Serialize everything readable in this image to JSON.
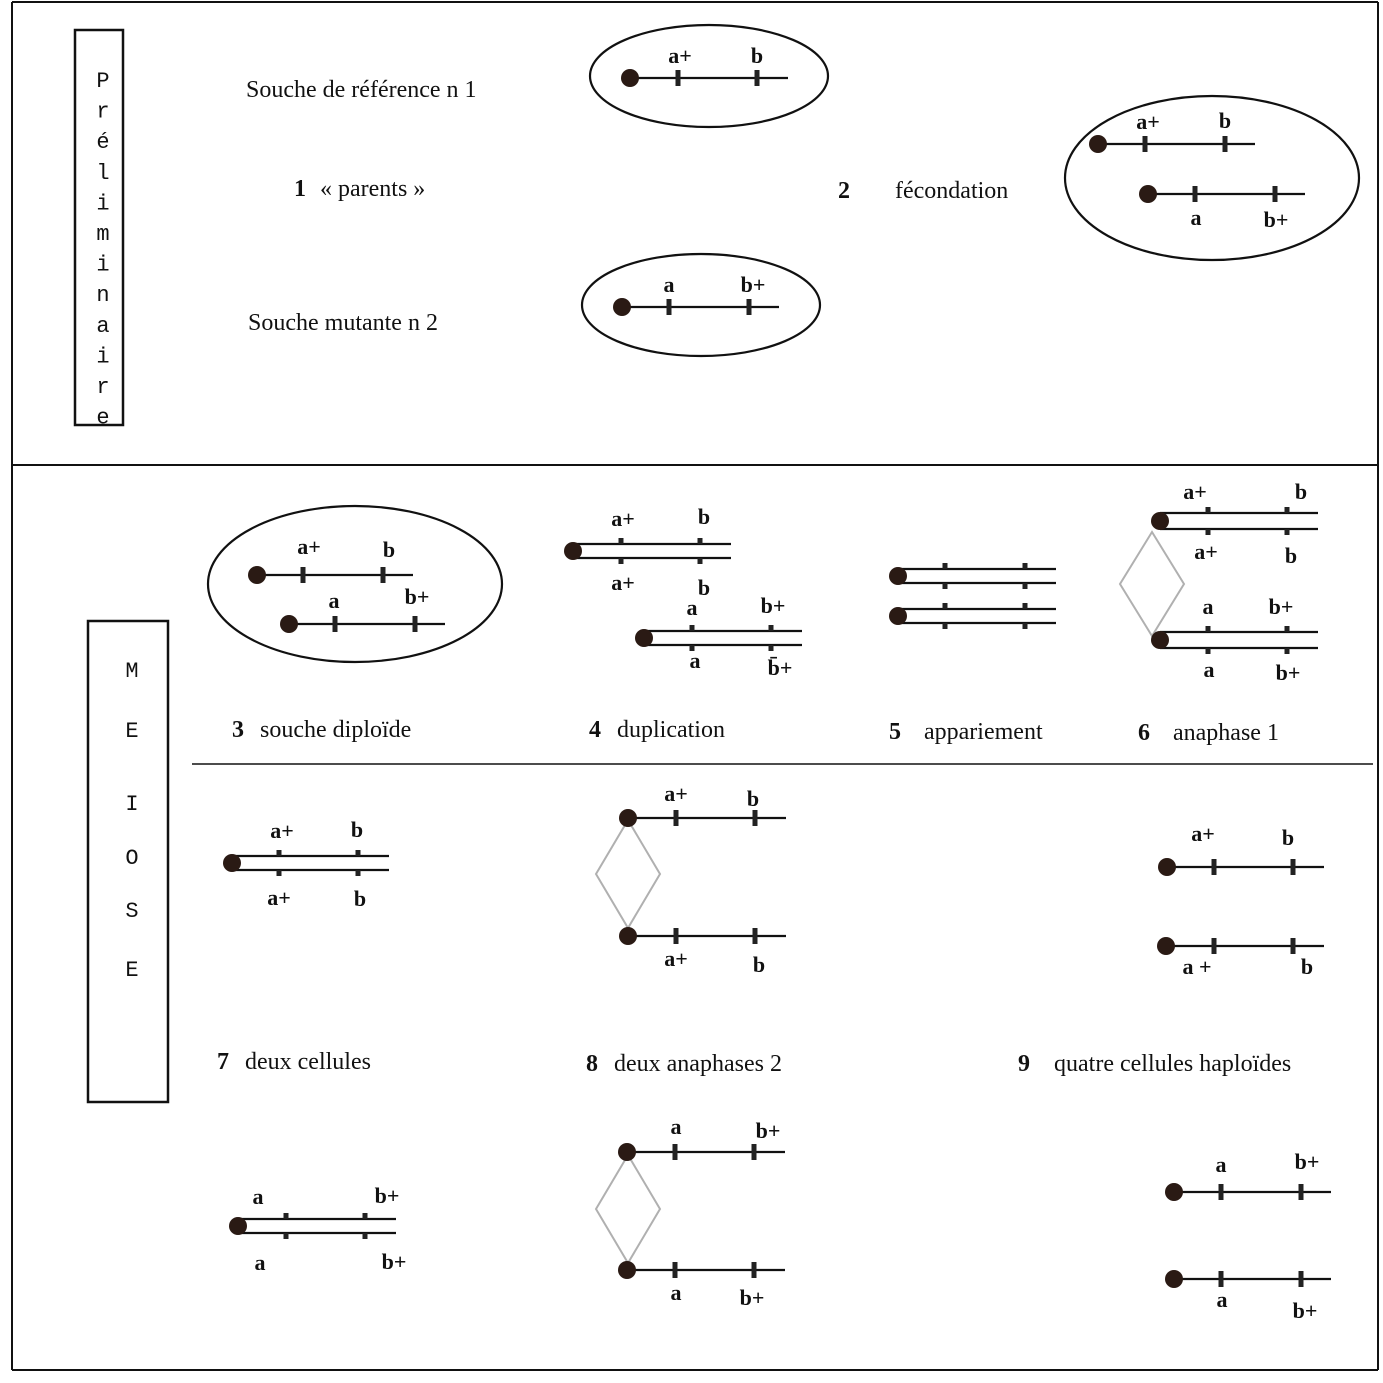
{
  "title_left": "Souche de référence n 1",
  "title_mutant": "Souche mutante n 2",
  "side_prelim": [
    "P",
    "r",
    "é",
    "l",
    "i",
    "m",
    "i",
    "n",
    "a",
    "i",
    "r",
    "e"
  ],
  "side_meiose": [
    "M",
    "E",
    "I",
    "O",
    "S",
    "E"
  ],
  "captions": [
    {
      "num": "1",
      "text": "« parents »"
    },
    {
      "num": "2",
      "text": "fécondation"
    },
    {
      "num": "3",
      "text": "souche diploïde"
    },
    {
      "num": "4",
      "text": "duplication"
    },
    {
      "num": "5",
      "text": "appariement"
    },
    {
      "num": "6",
      "text": "anaphase 1"
    },
    {
      "num": "7",
      "text": "deux cellules"
    },
    {
      "num": "8",
      "text": "deux anaphases 2"
    },
    {
      "num": "9",
      "text": "quatre cellules haploïdes"
    }
  ],
  "alleles": {
    "a_plus": "a+",
    "a": "a",
    "b": "b",
    "b_plus": "b+",
    "a_space_plus": "a +",
    "b_dash_plus": "b̄+"
  }
}
